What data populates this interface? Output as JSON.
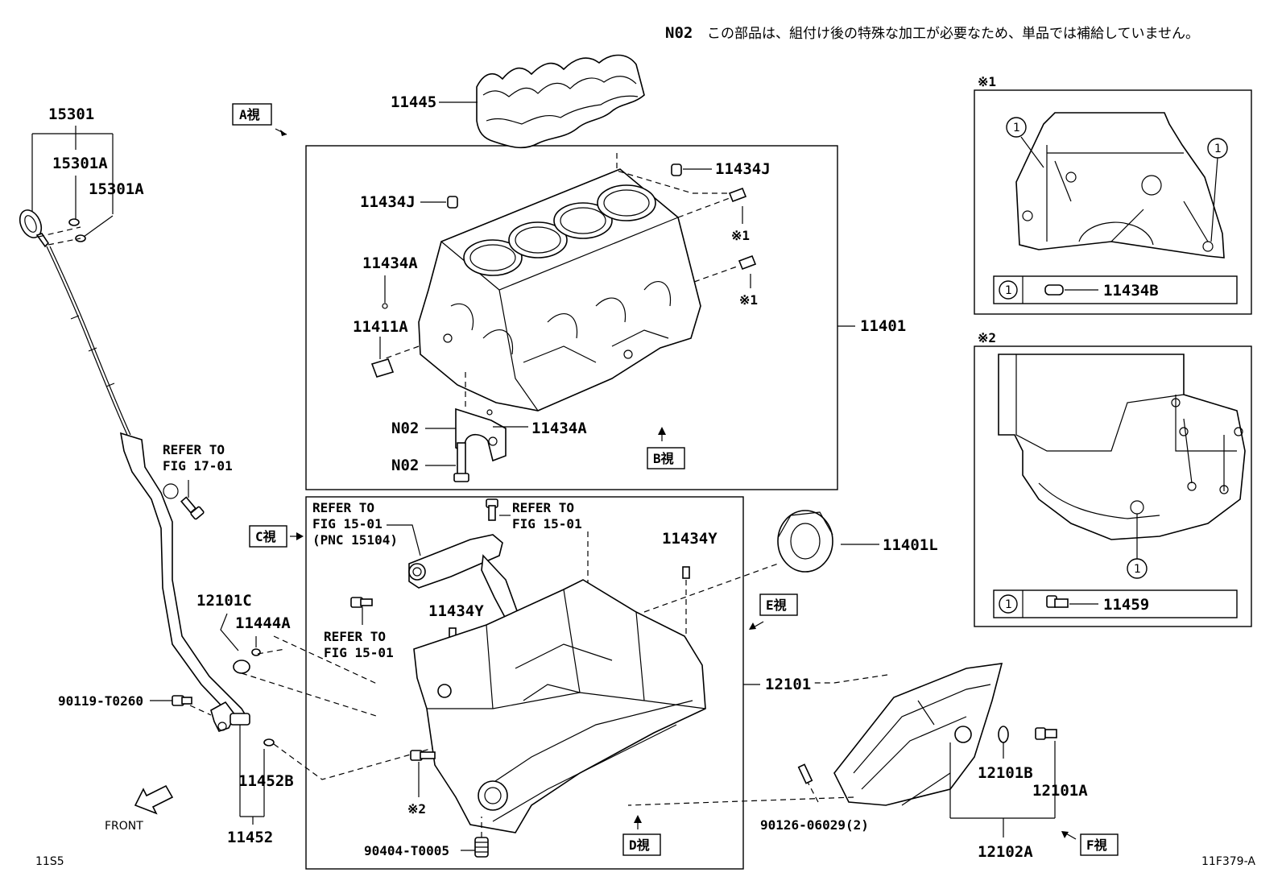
{
  "note": {
    "code": "N02",
    "text": "この部品は、組付け後の特殊な加工が必要なため、単品では補給していません。"
  },
  "views": {
    "a": "A視",
    "b": "B視",
    "c": "C視",
    "d": "D視",
    "e": "E視",
    "f": "F視"
  },
  "parts": {
    "p11445": "11445",
    "p15301": "15301",
    "p15301a_1": "15301A",
    "p15301a_2": "15301A",
    "p11434j_top": "11434J",
    "p11434j_left": "11434J",
    "p11434a_1": "11434A",
    "p11434a_2": "11434A",
    "p11411a": "11411A",
    "p11401": "11401",
    "n02_1": "N02",
    "n02_2": "N02",
    "mark1_a": "※1",
    "mark1_b": "※1",
    "p11434y_1": "11434Y",
    "p11434y_2": "11434Y",
    "p11401l": "11401L",
    "p12101c": "12101C",
    "p11444a": "11444A",
    "p12101": "12101",
    "p90119": "90119-T0260",
    "p11452b": "11452B",
    "p11452": "11452",
    "mark2": "※2",
    "p90404": "90404-T0005",
    "p90126": "90126-06029(2)",
    "p12101b": "12101B",
    "p12101a": "12101A",
    "p12102a": "12102A"
  },
  "refs": {
    "r1_a": "REFER TO",
    "r1_b": "FIG 17-01",
    "r2_a": "REFER TO",
    "r2_b": "FIG 15-01",
    "r2_c": "(PNC 15104)",
    "r3_a": "REFER TO",
    "r3_b": "FIG 15-01",
    "r4_a": "REFER TO",
    "r4_b": "FIG 15-01"
  },
  "inset1": {
    "title": "※1",
    "circle": "1",
    "leader_circle_1": "1",
    "leader_circle_2": "1",
    "part": "11434B"
  },
  "inset2": {
    "title": "※2",
    "circle": "1",
    "leader_circle": "1",
    "part": "11459"
  },
  "front": "FRONT",
  "footer": {
    "left": "11S5",
    "right": "11F379-A"
  }
}
